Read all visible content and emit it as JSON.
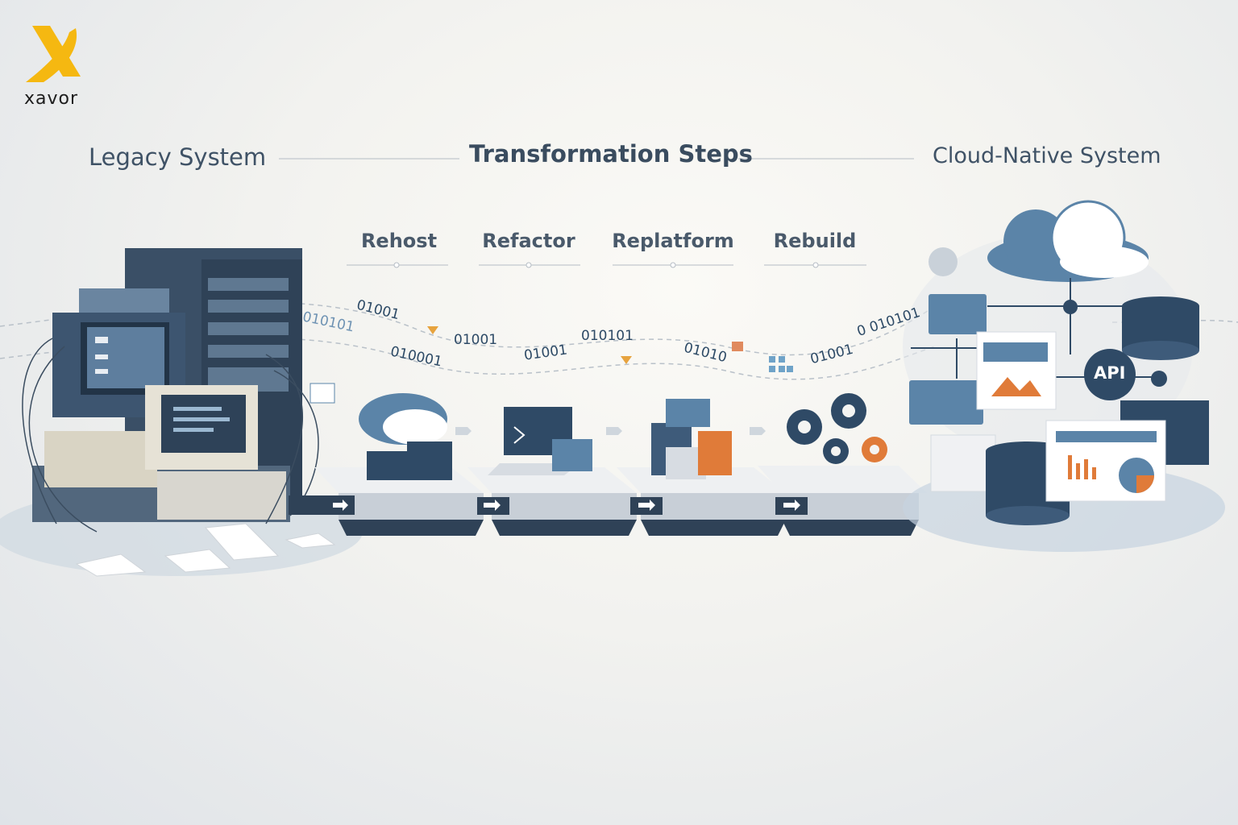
{
  "logo": {
    "text": "xavor",
    "accent": "#f5b811"
  },
  "headers": {
    "legacy": "Legacy System",
    "transformation": "Transformation Steps",
    "cloud": "Cloud-Native System"
  },
  "steps": [
    {
      "label": "Rehost"
    },
    {
      "label": "Refactor"
    },
    {
      "label": "Replatform"
    },
    {
      "label": "Rebuild"
    }
  ],
  "binary": [
    "01001",
    "010101",
    "010001",
    "01001",
    "01001",
    "010101",
    "01010",
    "01001",
    "0 010101"
  ],
  "cloud": {
    "api_label": "API"
  },
  "colors": {
    "navy": "#2f4a66",
    "steel": "#5b84a8",
    "orange": "#e07b39",
    "light": "#c9d3dd"
  }
}
